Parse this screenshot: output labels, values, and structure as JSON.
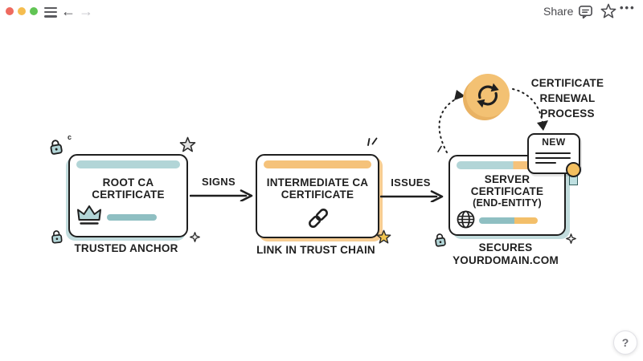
{
  "toolbar": {
    "share_label": "Share",
    "back_icon": "←",
    "forward_icon": "→",
    "ellipsis": "•••",
    "traffic_colors": {
      "close": "#ee6a5f",
      "minimize": "#f5bd4f",
      "zoom": "#61c454"
    }
  },
  "help": {
    "label": "?"
  },
  "colors": {
    "teal": "#b2d5d7",
    "orange": "#f5c27a",
    "ink": "#1f1f1f"
  },
  "diagram": {
    "root_card": {
      "title_line1": "ROOT CA",
      "title_line2": "CERTIFICATE",
      "caption": "TRUSTED ANCHOR"
    },
    "intermediate_card": {
      "title_line1": "INTERMEDIATE CA",
      "title_line2": "CERTIFICATE",
      "caption": "LINK IN TRUST CHAIN"
    },
    "server_card": {
      "title_line1": "SERVER",
      "title_line2": "CERTIFICATE",
      "title_line3": "(END-ENTITY)",
      "caption_line1": "SECURES",
      "caption_line2": "YOURDOMAIN.COM"
    },
    "arrow1_label": "SIGNS",
    "arrow2_label": "ISSUES",
    "renewal": {
      "line1": "CERTIFICATE",
      "line2": "RENEWAL",
      "line3": "PROCESS",
      "badge_label": "NEW"
    },
    "mark_c": "c"
  }
}
